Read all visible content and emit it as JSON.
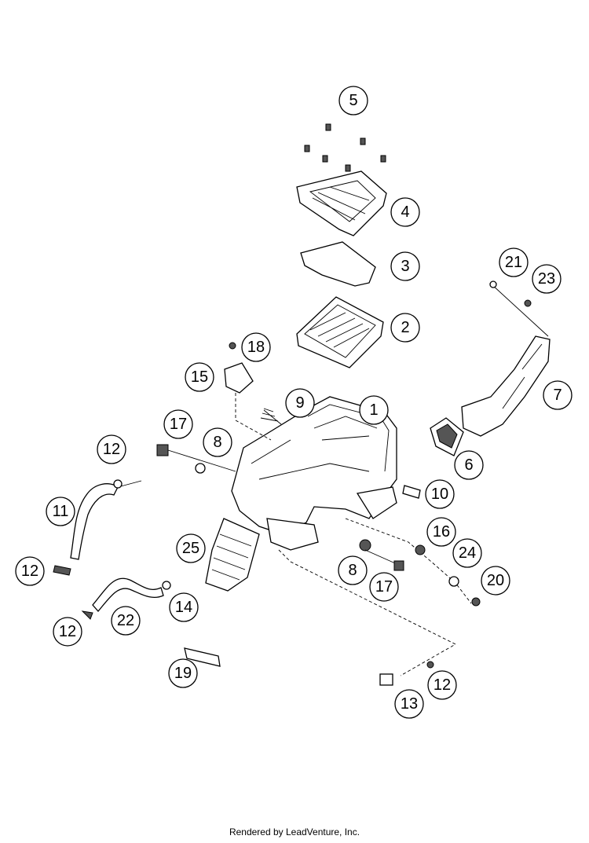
{
  "callouts": [
    {
      "id": "c5",
      "label": "5"
    },
    {
      "id": "c4",
      "label": "4"
    },
    {
      "id": "c3",
      "label": "3"
    },
    {
      "id": "c2",
      "label": "2"
    },
    {
      "id": "c21",
      "label": "21"
    },
    {
      "id": "c23",
      "label": "23"
    },
    {
      "id": "c18",
      "label": "18"
    },
    {
      "id": "c15",
      "label": "15"
    },
    {
      "id": "c9",
      "label": "9"
    },
    {
      "id": "c1",
      "label": "1"
    },
    {
      "id": "c7",
      "label": "7"
    },
    {
      "id": "c17a",
      "label": "17"
    },
    {
      "id": "c8a",
      "label": "8"
    },
    {
      "id": "c12a",
      "label": "12"
    },
    {
      "id": "c6",
      "label": "6"
    },
    {
      "id": "c10",
      "label": "10"
    },
    {
      "id": "c11",
      "label": "11"
    },
    {
      "id": "c16",
      "label": "16"
    },
    {
      "id": "c25",
      "label": "25"
    },
    {
      "id": "c24",
      "label": "24"
    },
    {
      "id": "c12b",
      "label": "12"
    },
    {
      "id": "c8b",
      "label": "8"
    },
    {
      "id": "c17b",
      "label": "17"
    },
    {
      "id": "c20",
      "label": "20"
    },
    {
      "id": "c14",
      "label": "14"
    },
    {
      "id": "c22",
      "label": "22"
    },
    {
      "id": "c12c",
      "label": "12"
    },
    {
      "id": "c19",
      "label": "19"
    },
    {
      "id": "c12d",
      "label": "12"
    },
    {
      "id": "c13",
      "label": "13"
    }
  ],
  "footer": "Rendered by LeadVenture, Inc."
}
